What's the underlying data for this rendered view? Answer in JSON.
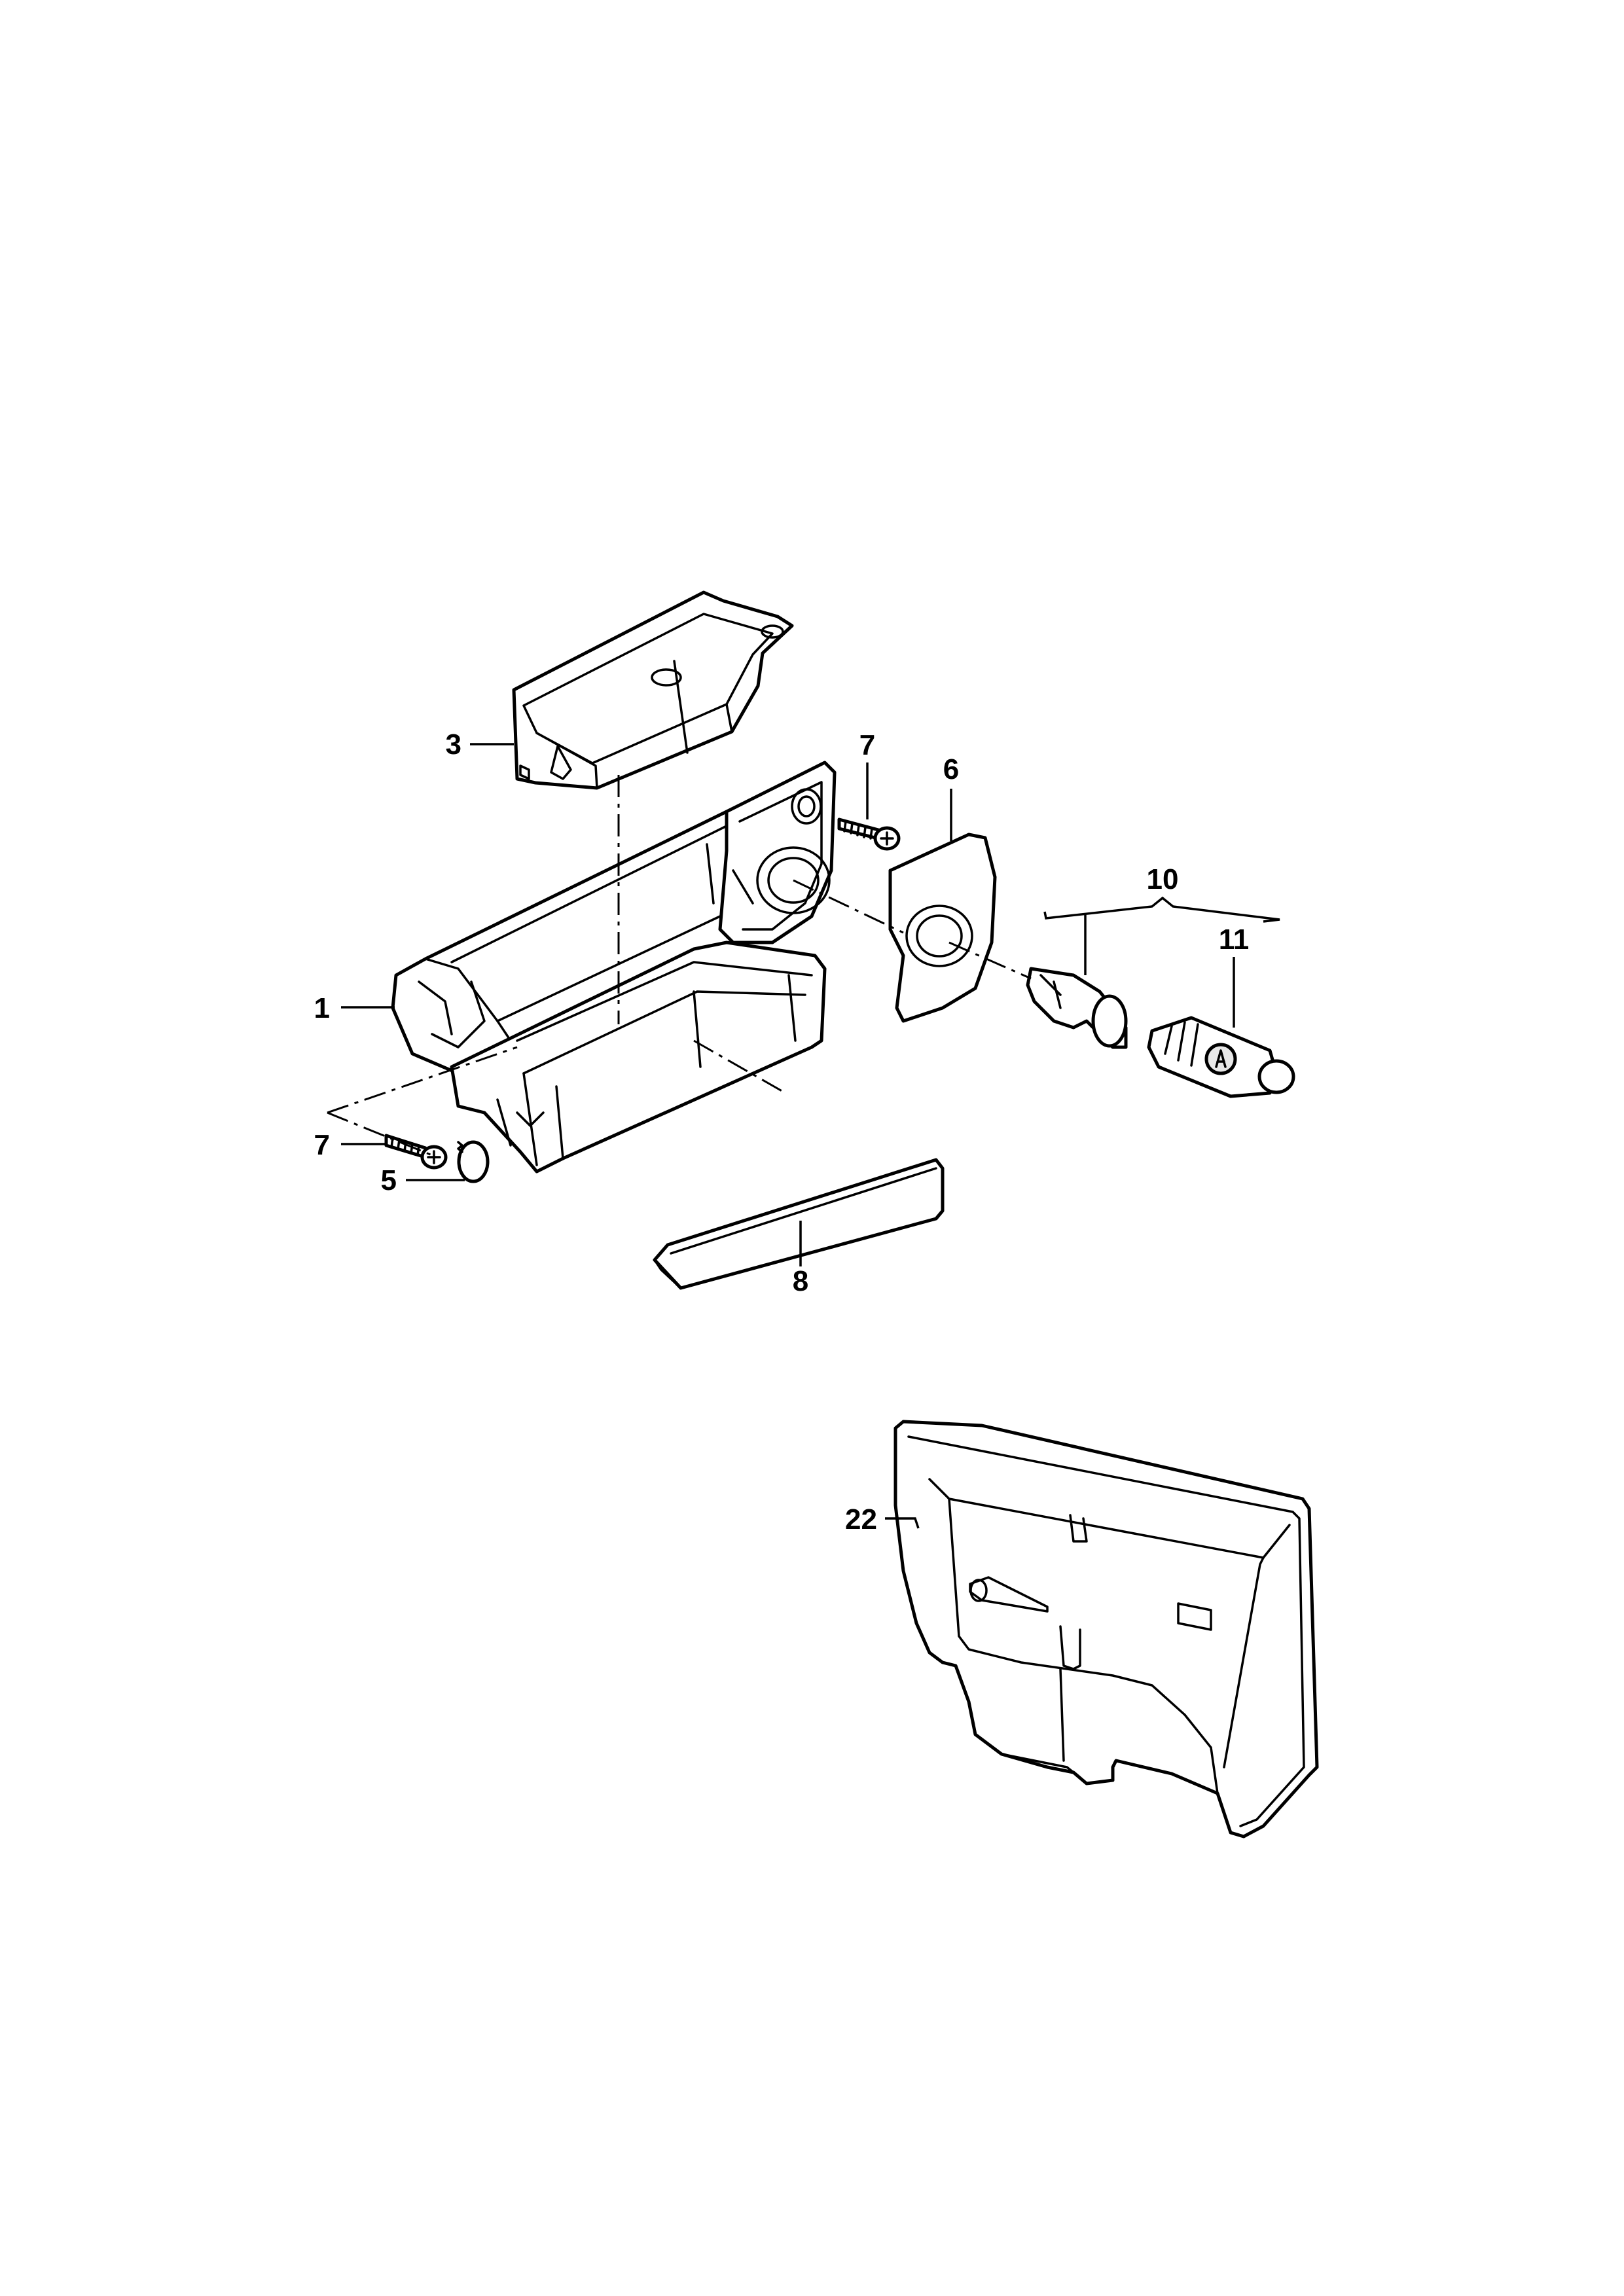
{
  "callouts": {
    "c1": "1",
    "c3": "3",
    "c5": "5",
    "c6": "6",
    "c7a": "7",
    "c7b": "7",
    "c8": "8",
    "c10": "10",
    "c11": "11",
    "c22": "22"
  }
}
